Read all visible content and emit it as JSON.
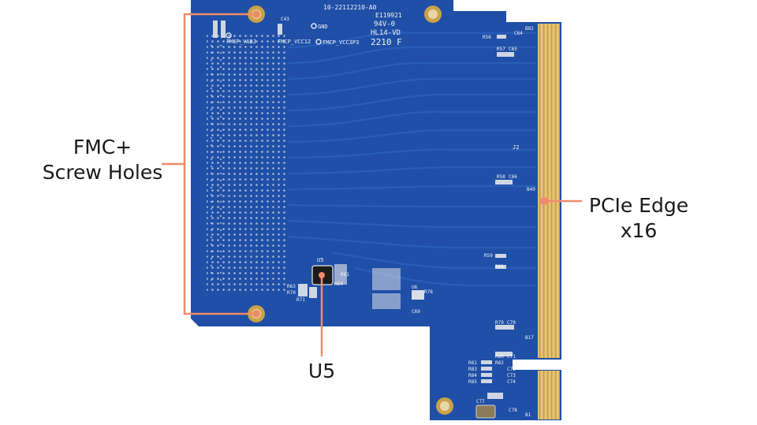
{
  "labels": {
    "fmc_line1": "FMC+",
    "fmc_line2": "Screw Holes",
    "pcie_line1": "PCIe Edge",
    "pcie_line2": "x16",
    "u5": "U5"
  },
  "silkscreen": {
    "part_number": "10-22112210-A0",
    "lot": "E119921",
    "rating": "94V-0",
    "model": "HL14-VD",
    "date_code": "2210 F",
    "gnd": "GND",
    "fmcp_vadj": "FMCP_VADJ",
    "fmcp_vcc12": "FMCP_VCC12",
    "fmcp_vcc3p3": "FMCP_VCC3P3",
    "j2": "J2",
    "u5": "U5",
    "u6": "U6",
    "b82": "B82",
    "b49": "B49",
    "b17": "B17",
    "b1": "B1",
    "r56": "R56",
    "r57": "R57",
    "c65": "C65",
    "r58": "R58",
    "c66": "C66",
    "r59": "R59",
    "r60": "R60",
    "r79": "R79",
    "c70": "C70",
    "r80": "R80",
    "c71": "C71",
    "r81": "R81",
    "r82": "R82",
    "r83": "R83",
    "r84": "R84",
    "r85": "R85",
    "c72": "C72",
    "c73": "C73",
    "c74": "C74",
    "c77": "C77",
    "c78": "C78",
    "c69": "C69",
    "r78": "R78",
    "r63": "R63",
    "r70": "R70",
    "r71": "R71",
    "r64": "R64",
    "r61": "R61",
    "c43": "C43",
    "c64": "C64"
  },
  "colors": {
    "pcb": "#1f4fa6",
    "pcb_dark": "#173f8c",
    "gold": "#d6b25c",
    "callout": "#ef8b6a",
    "pad": "#cfd6e4"
  }
}
